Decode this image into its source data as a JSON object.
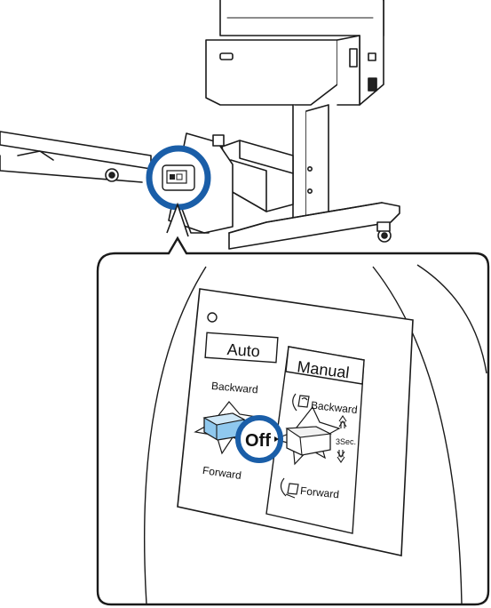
{
  "panel": {
    "auto_label": "Auto",
    "manual_label": "Manual",
    "auto_backward": "Backward",
    "auto_forward": "Forward",
    "off_label": "Off",
    "manual_backward": "Backward",
    "manual_forward": "Forward",
    "sec_label": "3Sec."
  },
  "colors": {
    "highlight_blue": "#1a5ea8",
    "switch_blue": "#8fc8ee",
    "line": "#1a1a1a"
  },
  "icons": [
    "roll-backward-icon",
    "roll-forward-icon",
    "hold-arrows-icon"
  ]
}
